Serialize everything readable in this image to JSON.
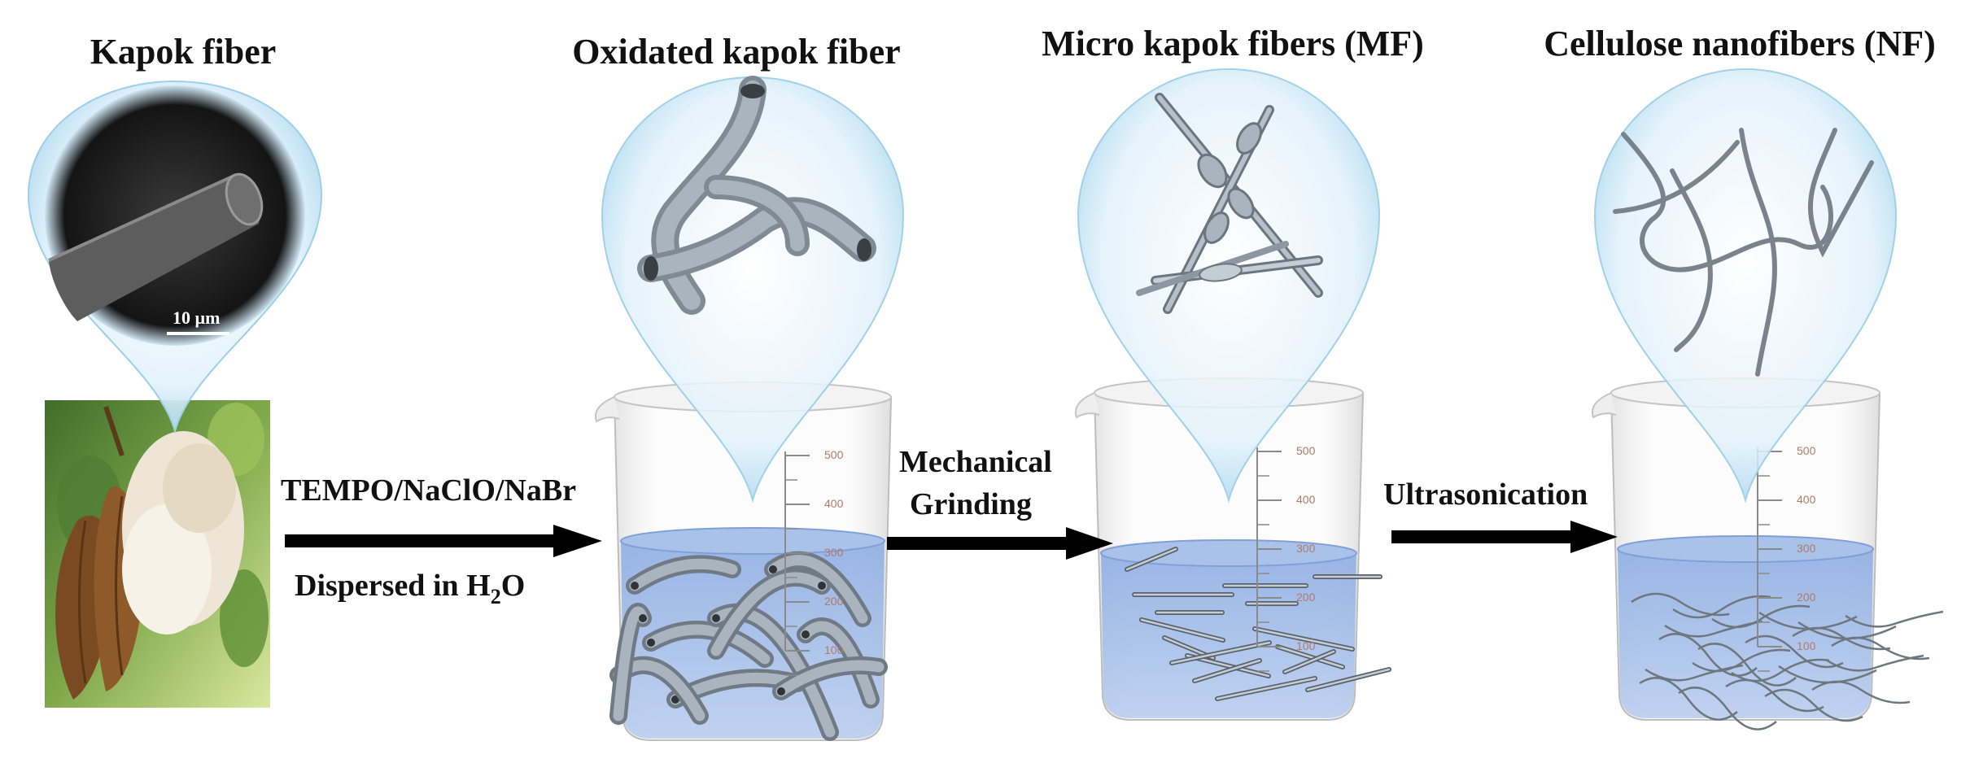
{
  "stages": [
    {
      "title": "Kapok fiber"
    },
    {
      "title": "Oxidated kapok fiber"
    },
    {
      "title": "Micro kapok fibers (MF)"
    },
    {
      "title": "Cellulose nanofibers (NF)"
    }
  ],
  "sem_scale_label": "10 µm",
  "steps": {
    "oxidation_reagents": "TEMPO/NaClO/NaBr",
    "dispersion_prefix": "Dispersed in H",
    "dispersion_subscript": "2",
    "dispersion_suffix": "O",
    "grinding_line1": "Mechanical",
    "grinding_line2": "Grinding",
    "ultrasonication": "Ultrasonication"
  },
  "beaker_scale_ticks": [
    "500",
    "400",
    "300",
    "200",
    "100"
  ],
  "colors": {
    "liquid": "#9bb8e6",
    "bubble": "#cfe8f7",
    "arrow": "#000000",
    "fiber": "#8f99a3"
  }
}
